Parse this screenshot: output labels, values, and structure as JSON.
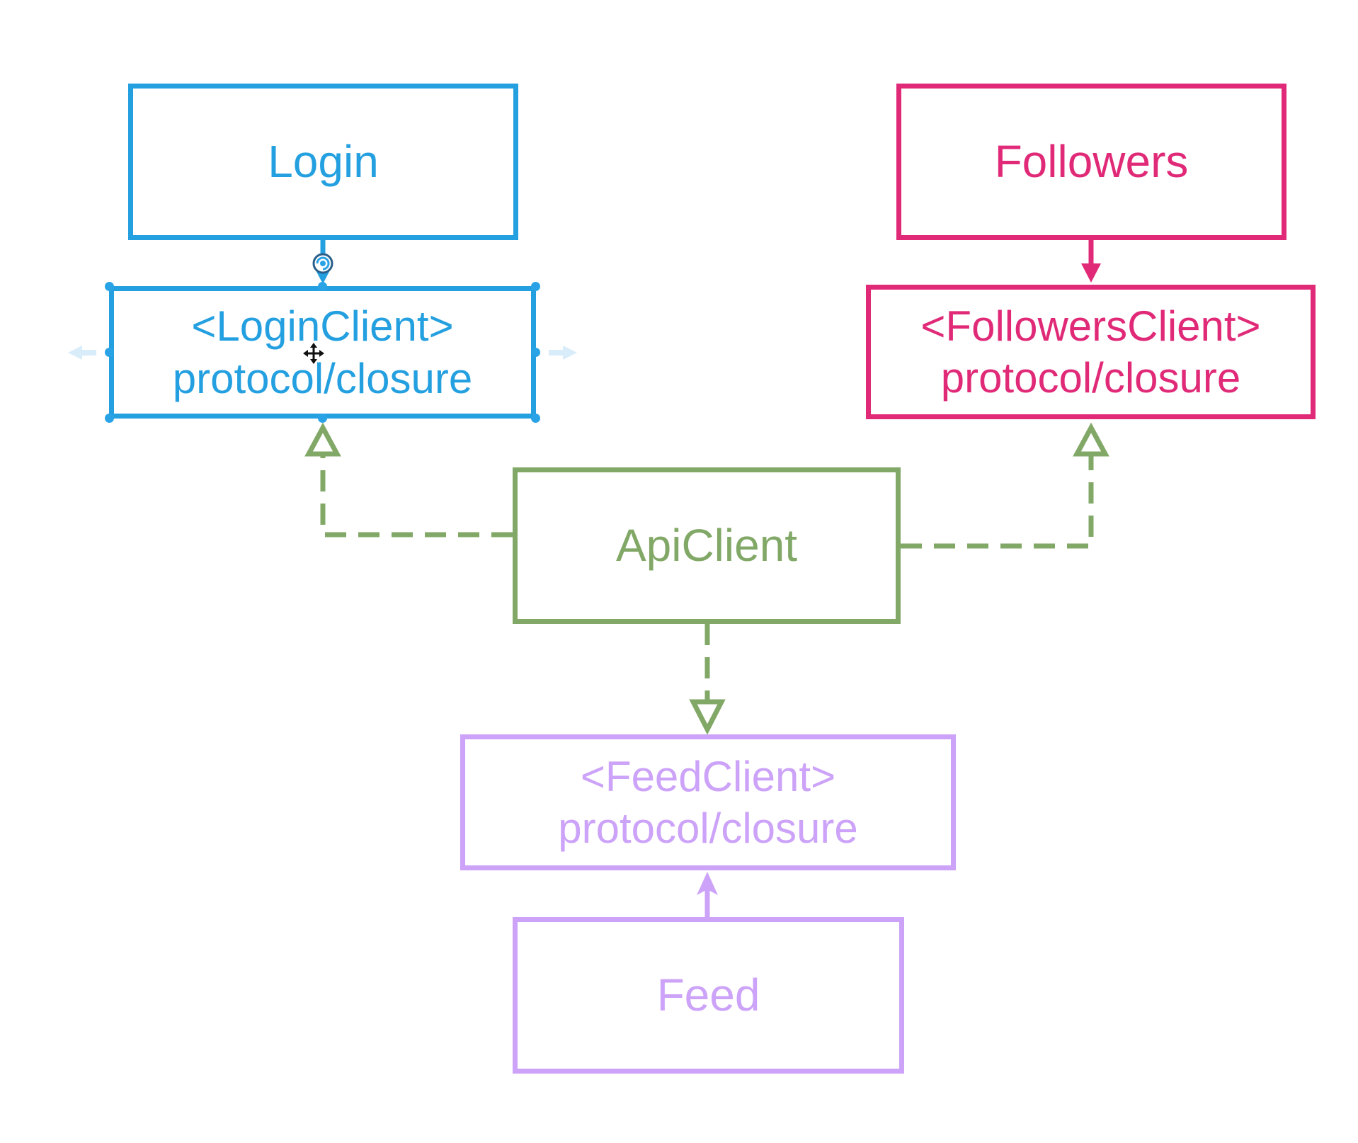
{
  "colors": {
    "login": "#24a0e0",
    "followers": "#e02a78",
    "apiclient": "#82a867",
    "feed": "#cca3f8",
    "background": "#ffffff"
  },
  "nodes": {
    "login": {
      "label": "Login"
    },
    "login_client": {
      "line1": "<LoginClient>",
      "line2": "protocol/closure"
    },
    "followers": {
      "label": "Followers"
    },
    "followers_client": {
      "line1": "<FollowersClient>",
      "line2": "protocol/closure"
    },
    "apiclient": {
      "label": "ApiClient"
    },
    "feed_client": {
      "line1": "<FeedClient>",
      "line2": "protocol/closure"
    },
    "feed": {
      "label": "Feed"
    }
  },
  "edges": [
    {
      "from": "Login",
      "to": "<LoginClient>",
      "style": "solid",
      "head": "filled"
    },
    {
      "from": "Followers",
      "to": "<FollowersClient>",
      "style": "solid",
      "head": "filled"
    },
    {
      "from": "ApiClient",
      "to": "<LoginClient>",
      "style": "dashed",
      "head": "hollow-triangle"
    },
    {
      "from": "ApiClient",
      "to": "<FollowersClient>",
      "style": "dashed",
      "head": "hollow-triangle"
    },
    {
      "from": "ApiClient",
      "to": "<FeedClient>",
      "style": "dashed",
      "head": "hollow-triangle"
    },
    {
      "from": "Feed",
      "to": "<FeedClient>",
      "style": "solid",
      "head": "open"
    }
  ],
  "selection": {
    "selected_node": "<LoginClient>",
    "cursor": "move-cursor-icon",
    "hover": "hover-connector-icon"
  }
}
